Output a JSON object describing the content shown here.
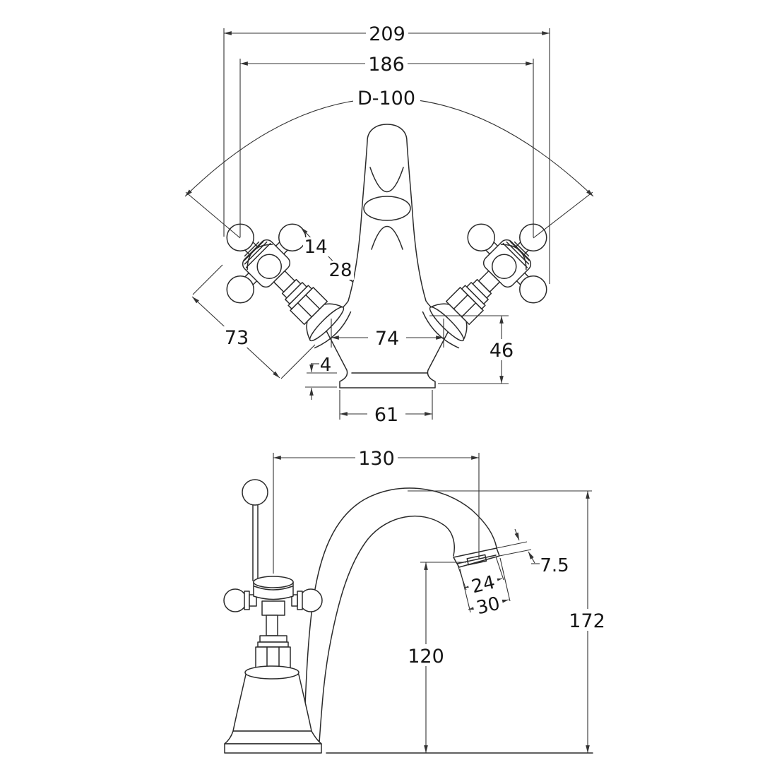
{
  "drawing": {
    "front_view": {
      "dims": {
        "overall_width": "209",
        "handle_span": "186",
        "handle_swing_diameter": "D-100",
        "handle_detail": "14",
        "handle_clearance": "28",
        "handle_length": "73",
        "body_width": "74",
        "body_height": "46",
        "base_plate_thickness": "4",
        "base_width": "61"
      }
    },
    "side_view": {
      "dims": {
        "spout_reach": "130",
        "spout_lip": "7.5",
        "aerator_width": "24",
        "spout_end_width": "30",
        "outlet_height": "120",
        "overall_height": "172"
      }
    },
    "colors": {
      "line": "#2b2b2b",
      "text": "#161616",
      "background": "#ffffff"
    }
  }
}
